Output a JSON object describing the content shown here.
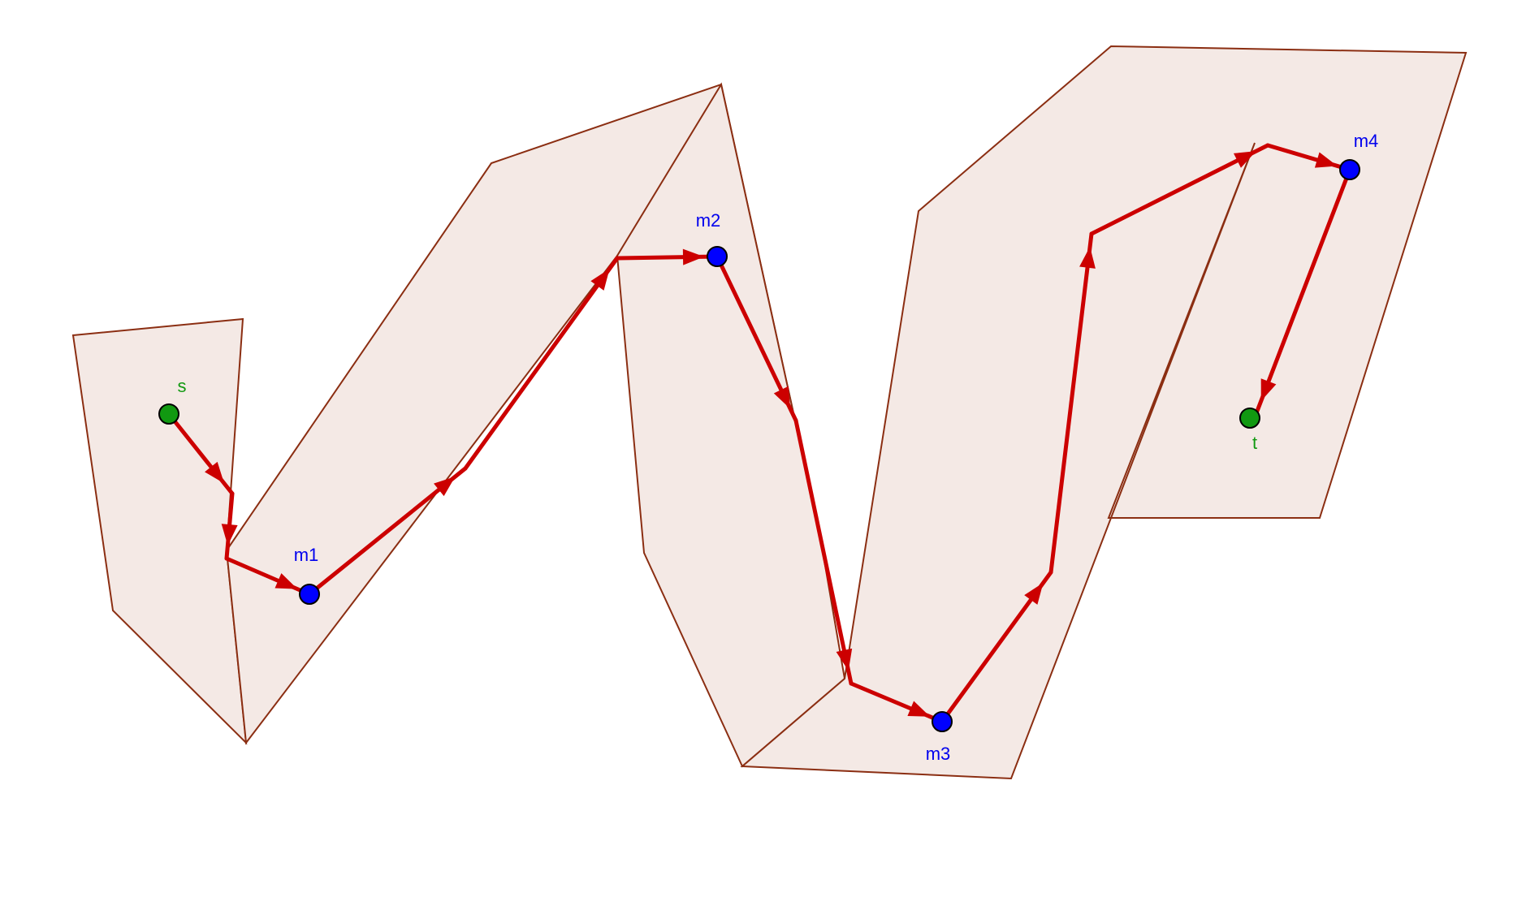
{
  "colors": {
    "region_fill": "#f4e9e5",
    "region_stroke": "#8b2e12",
    "path": "#cc0000",
    "endpoint": "#119911",
    "waypoint": "#0000ff",
    "point_outline": "#000000",
    "endpoint_label": "#119911",
    "waypoint_label": "#0000ee"
  },
  "points": {
    "s": {
      "label": "s",
      "kind": "endpoint"
    },
    "m1": {
      "label": "m1",
      "kind": "waypoint"
    },
    "m2": {
      "label": "m2",
      "kind": "waypoint"
    },
    "m3": {
      "label": "m3",
      "kind": "waypoint"
    },
    "m4": {
      "label": "m4",
      "kind": "waypoint"
    },
    "t": {
      "label": "t",
      "kind": "endpoint"
    }
  }
}
